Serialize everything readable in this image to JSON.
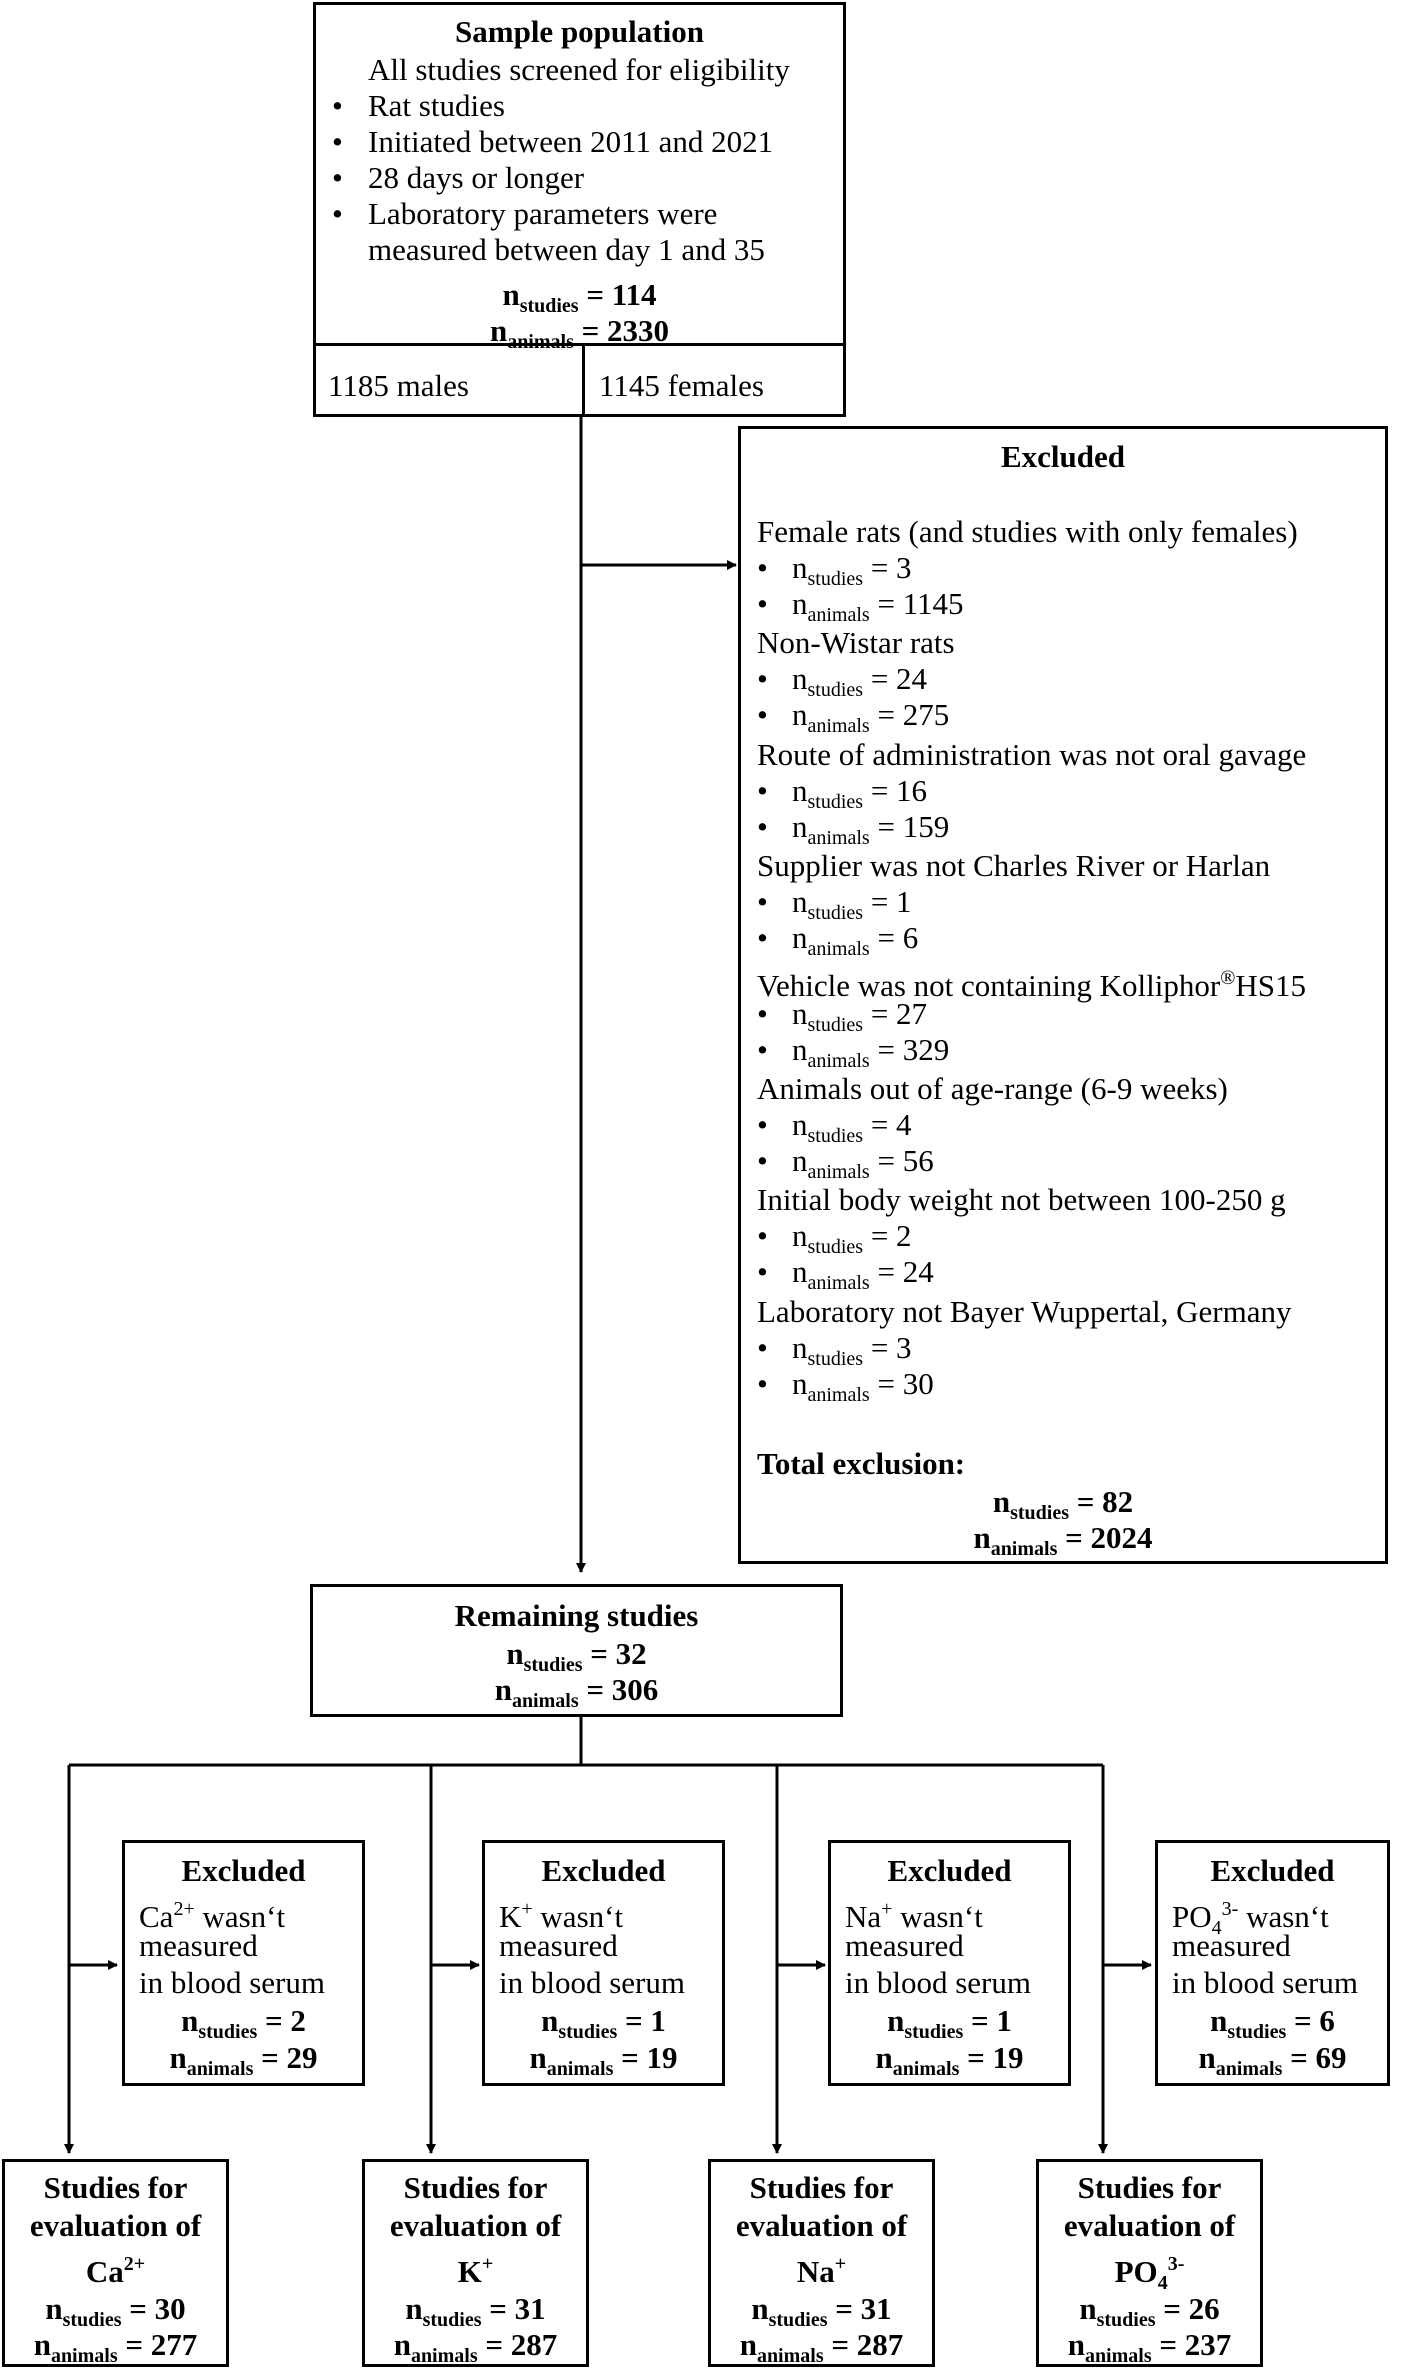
{
  "sample": {
    "title": "Sample population",
    "intro": "All studies screened for eligibility",
    "items": [
      "Rat studies",
      "Initiated between 2011 and 2021",
      "28 days or longer",
      "Laboratory parameters were",
      "measured between day 1 and 35"
    ],
    "n_studies": "114",
    "n_animals": "2330",
    "males": "1185 males",
    "females": "1145 females"
  },
  "labels": {
    "n": "n",
    "studies_sub": "studies",
    "animals_sub": "animals",
    "eq": " = ",
    "bullet": "•"
  },
  "excluded_main": {
    "title": "Excluded",
    "criteria": [
      {
        "label": "Female rats (and studies with only females)",
        "n_studies": "3",
        "n_animals": "1145"
      },
      {
        "label": "Non-Wistar rats",
        "n_studies": "24",
        "n_animals": "275"
      },
      {
        "label": "Route of administration was not oral gavage",
        "n_studies": "16",
        "n_animals": "159"
      },
      {
        "label": "Supplier was not Charles River or Harlan",
        "n_studies": "1",
        "n_animals": "6"
      },
      {
        "label_pre": "Vehicle was not containing Kolliphor",
        "label_sup": "®",
        "label_post": "HS15",
        "n_studies": "27",
        "n_animals": "329"
      },
      {
        "label": "Animals out of age-range (6-9 weeks)",
        "n_studies": "4",
        "n_animals": "56"
      },
      {
        "label": "Initial body weight not between 100-250 g",
        "n_studies": "2",
        "n_animals": "24"
      },
      {
        "label": "Laboratory not Bayer Wuppertal, Germany",
        "n_studies": "3",
        "n_animals": "30"
      }
    ],
    "total_label": "Total exclusion:",
    "total_n_studies": "82",
    "total_n_animals": "2024"
  },
  "remaining": {
    "title": "Remaining studies",
    "n_studies": "32",
    "n_animals": "306"
  },
  "ion_excluded": [
    {
      "title": "Excluded",
      "ion": "Ca",
      "ion_sup": "2+",
      "line1_rest": " wasn‘t",
      "line2": "measured",
      "line3": "in blood serum",
      "n_studies": "2",
      "n_animals": "29"
    },
    {
      "title": "Excluded",
      "ion": "K",
      "ion_sup": "+",
      "line1_rest": " wasn‘t",
      "line2": "measured",
      "line3": "in blood serum",
      "n_studies": "1",
      "n_animals": "19"
    },
    {
      "title": "Excluded",
      "ion": "Na",
      "ion_sup": "+",
      "line1_rest": " wasn‘t",
      "line2": "measured",
      "line3": "in blood serum",
      "n_studies": "1",
      "n_animals": "19"
    },
    {
      "title": "Excluded",
      "ion": "PO",
      "ion_sub": "4",
      "ion_sup": "3-",
      "line1_rest": " wasn‘t",
      "line2": "measured",
      "line3": "in blood serum",
      "n_studies": "6",
      "n_animals": "69"
    }
  ],
  "evaluation": [
    {
      "line1": "Studies for",
      "line2": "evaluation of",
      "ion": "Ca",
      "ion_sup": "2+",
      "n_studies": "30",
      "n_animals": "277"
    },
    {
      "line1": "Studies for",
      "line2": "evaluation of",
      "ion": "K",
      "ion_sup": "+",
      "n_studies": "31",
      "n_animals": "287"
    },
    {
      "line1": "Studies for",
      "line2": "evaluation of",
      "ion": "Na",
      "ion_sup": "+",
      "n_studies": "31",
      "n_animals": "287"
    },
    {
      "line1": "Studies for",
      "line2": "evaluation of",
      "ion": "PO",
      "ion_sub": "4",
      "ion_sup": "3-",
      "n_studies": "26",
      "n_animals": "237"
    }
  ]
}
